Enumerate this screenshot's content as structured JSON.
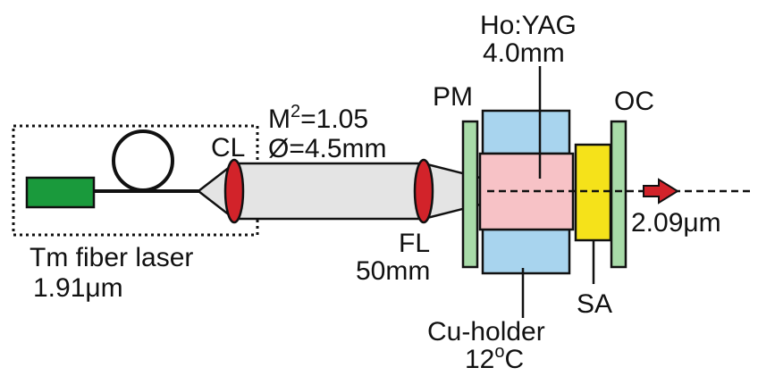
{
  "labels": {
    "tm_laser_line1": "Tm fiber laser",
    "tm_laser_line2": "1.91μm",
    "cl": "CL",
    "m2_prefix": "M",
    "m2_exp": "2",
    "m2_value": "=1.05",
    "diameter": "Ø=4.5mm",
    "fl": "FL",
    "fl_focal": "50mm",
    "pm": "PM",
    "crystal_name": "Ho:YAG",
    "crystal_length": "4.0mm",
    "oc": "OC",
    "output_wavelength": "2.09μm",
    "sa": "SA",
    "holder_name": "Cu-holder",
    "holder_temp_value": "12",
    "holder_temp_exp": "o",
    "holder_temp_unit": "C"
  },
  "colors": {
    "pump_source": "#1a9a3c",
    "lens": "#d2232a",
    "beam_fill": "#e4e4e4",
    "mirror": "#a8dba8",
    "holder": "#a8d4ee",
    "crystal": "#f7c2c6",
    "saturable_absorber": "#f5e21a",
    "output_arrow": "#d2232a",
    "outline": "#111111"
  }
}
